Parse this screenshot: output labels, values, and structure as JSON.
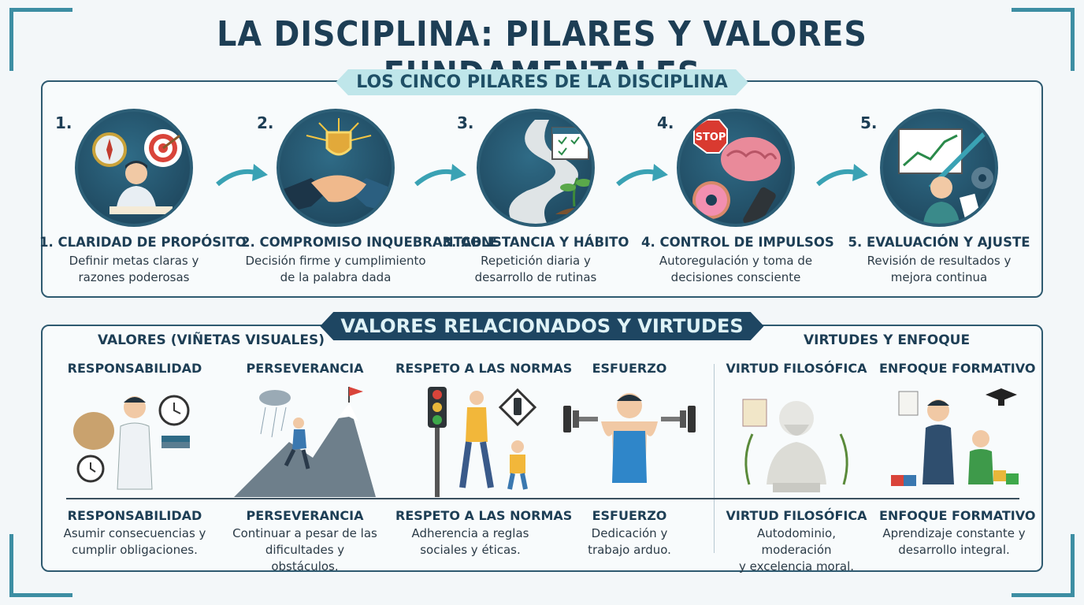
{
  "title": "LA DISCIPLINA: PILARES Y VALORES FUNDAMENTALES",
  "pillars_banner": "LOS CINCO PILARES DE LA DISCIPLINA",
  "pillars": [
    {
      "num": "1.",
      "name": "1. CLARIDAD DE PROPÓSITO",
      "desc1": "Definir metas claras y",
      "desc2": "razones poderosas",
      "icon": "target-compass-icon"
    },
    {
      "num": "2.",
      "name": "2. COMPROMISO INQUEBRANTABLE",
      "desc1": "Decisión firme y cumplimiento",
      "desc2": "de la palabra dada",
      "icon": "handshake-shield-icon"
    },
    {
      "num": "3.",
      "name": "3. CONSTANCIA Y HÁBITO",
      "desc1": "Repetición diaria y",
      "desc2": "desarrollo de rutinas",
      "icon": "path-calendar-icon"
    },
    {
      "num": "4.",
      "name": "4. CONTROL DE IMPULSOS",
      "desc1": "Autoregulación y toma de",
      "desc2": "decisiones consciente",
      "icon": "brain-stop-icon"
    },
    {
      "num": "5.",
      "name": "5. EVALUACIÓN Y AJUSTE",
      "desc1": "Revisión de resultados y",
      "desc2": "mejora continua",
      "icon": "chart-gears-icon"
    }
  ],
  "values_banner": "VALORES RELACIONADOS Y VIRTUDES",
  "values_heading": "VALORES (VIÑETAS VISUALES)",
  "virtues_heading": "VIRTUDES Y ENFOQUE",
  "values": [
    {
      "title": "RESPONSABILIDAD",
      "title2": "RESPONSABILIDAD",
      "desc1": "Asumir consecuencias y",
      "desc2": "cumplir obligaciones.",
      "icon": "person-clocks-icon"
    },
    {
      "title": "PERSEVERANCIA",
      "title2": "PERSEVERANCIA",
      "desc1": "Continuar a pesar de las",
      "desc2": "dificultades y obstáculos.",
      "icon": "mountain-climber-icon"
    },
    {
      "title": "RESPETO A LAS NORMAS",
      "title2": "RESPETO A LAS NORMAS",
      "desc1": "Adherencia a reglas",
      "desc2": "sociales y éticas.",
      "icon": "traffic-light-icon"
    },
    {
      "title": "ESFUERZO",
      "title2": "ESFUERZO",
      "desc1": "Dedicación y",
      "desc2": "trabajo arduo.",
      "icon": "dumbbell-icon"
    },
    {
      "title": "VIRTUD FILOSÓFICA",
      "title2": "VIRTUD FILOSÓFICA",
      "desc1": "Autodominio, moderación",
      "desc2": "y excelencia moral.",
      "icon": "philosopher-bust-icon"
    },
    {
      "title": "ENFOQUE FORMATIVO",
      "title2": "ENFOQUE FORMATIVO",
      "desc1": "Aprendizaje constante y",
      "desc2": "desarrollo integral.",
      "icon": "teacher-student-icon"
    }
  ],
  "colors": {
    "dark": "#1d3e55",
    "teal": "#3d8ea3",
    "banner_light": "#bfe6ea",
    "banner_dark": "#1e4662"
  }
}
